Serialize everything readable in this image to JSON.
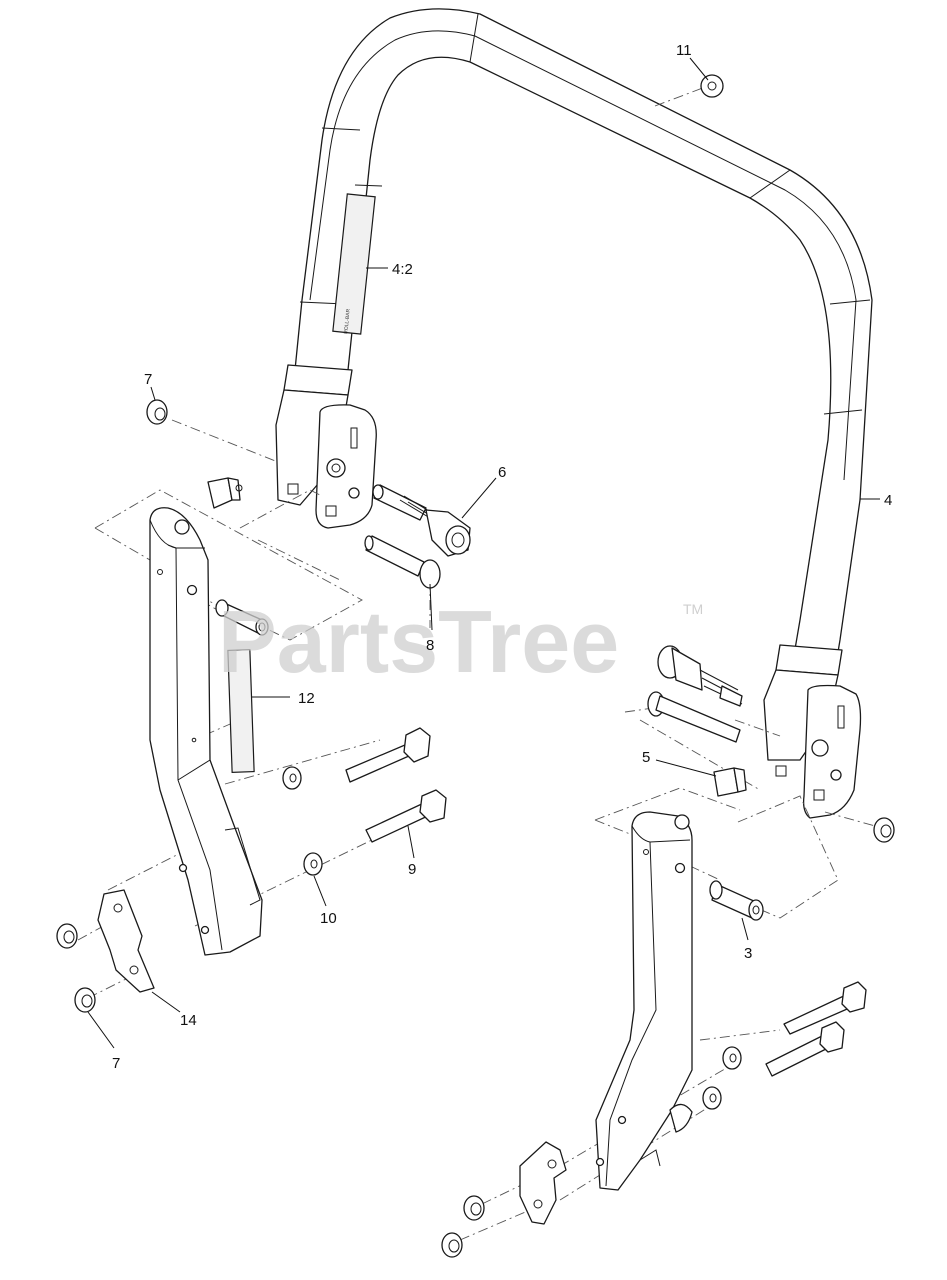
{
  "watermark": {
    "text": "PartsTree",
    "trademark": "TM"
  },
  "callouts": [
    {
      "id": "c11",
      "label": "11"
    },
    {
      "id": "c42",
      "label": "4:2"
    },
    {
      "id": "c7a",
      "label": "7"
    },
    {
      "id": "c6",
      "label": "6"
    },
    {
      "id": "c4",
      "label": "4"
    },
    {
      "id": "c8",
      "label": "8"
    },
    {
      "id": "c12",
      "label": "12"
    },
    {
      "id": "c5",
      "label": "5"
    },
    {
      "id": "c9",
      "label": "9"
    },
    {
      "id": "c10",
      "label": "10"
    },
    {
      "id": "c3",
      "label": "3"
    },
    {
      "id": "c14",
      "label": "14"
    },
    {
      "id": "c7b",
      "label": "7"
    }
  ]
}
